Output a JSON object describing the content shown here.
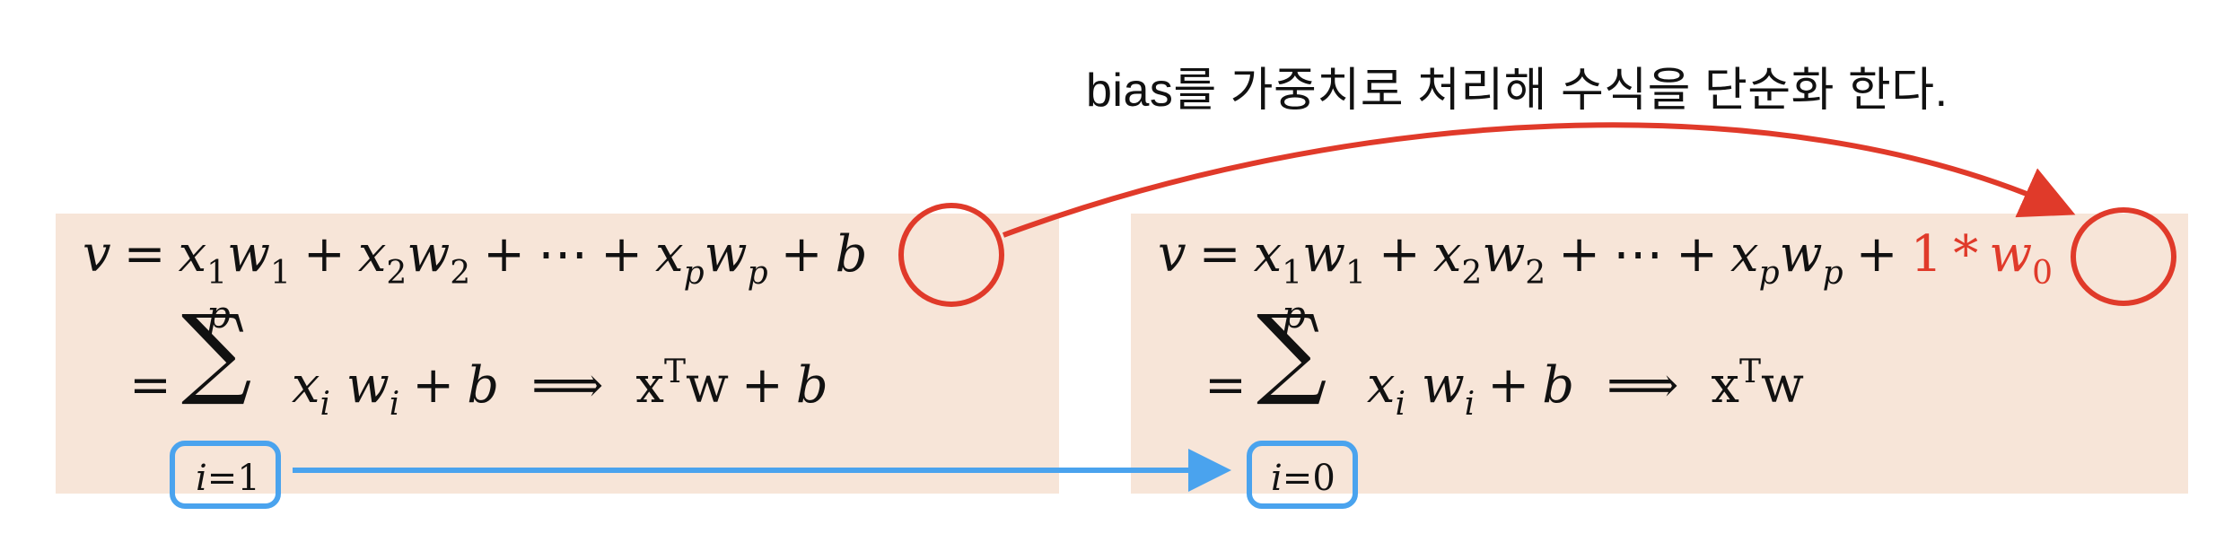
{
  "caption": "bias를 가중치로 처리해 수식을 단순화 한다.",
  "left": {
    "line1": {
      "lhs": "v",
      "eq": "=",
      "x1": "x",
      "s1": "1",
      "w1": "w",
      "t1": "1",
      "plus1": "+",
      "x2": "x",
      "s2": "2",
      "w2": "w",
      "t2": "2",
      "plus2": "+",
      "dots": "⋯",
      "plus3": "+",
      "xp": "x",
      "sp": "p",
      "wp": "w",
      "tp": "p",
      "plus4": "+",
      "b": "b"
    },
    "line2": {
      "eq": "=",
      "sum_symbol": "∑",
      "sum_upper": "p",
      "sum_lower_var": "i",
      "sum_lower_eq": "=",
      "sum_lower_start": "1",
      "xi": "x",
      "si": "i",
      "wi": "w",
      "ti": "i",
      "plus": "+",
      "b": "b",
      "implies": "⟹",
      "xT": "x",
      "T": "T",
      "w": "w",
      "plus2": "+",
      "b2": "b"
    }
  },
  "right": {
    "line1": {
      "lhs": "v",
      "eq": "=",
      "x1": "x",
      "s1": "1",
      "w1": "w",
      "t1": "1",
      "plus1": "+",
      "x2": "x",
      "s2": "2",
      "w2": "w",
      "t2": "2",
      "plus2": "+",
      "dots": "⋯",
      "plus3": "+",
      "xp": "x",
      "sp": "p",
      "wp": "w",
      "tp": "p",
      "plus4": "+",
      "one": "1",
      "star": "*",
      "w0": "w",
      "t0": "0"
    },
    "line2": {
      "eq": "=",
      "sum_symbol": "∑",
      "sum_upper": "p",
      "sum_lower_var": "i",
      "sum_lower_eq": "=",
      "sum_lower_start": "0",
      "xi": "x",
      "si": "i",
      "wi": "w",
      "ti": "i",
      "plus": "+",
      "b": "b",
      "implies": "⟹",
      "xT": "x",
      "T": "T",
      "w": "w"
    }
  },
  "colors": {
    "panel": "#f7e5d8",
    "red_annotation": "#e03a2a",
    "blue_annotation": "#4aa3ee"
  }
}
